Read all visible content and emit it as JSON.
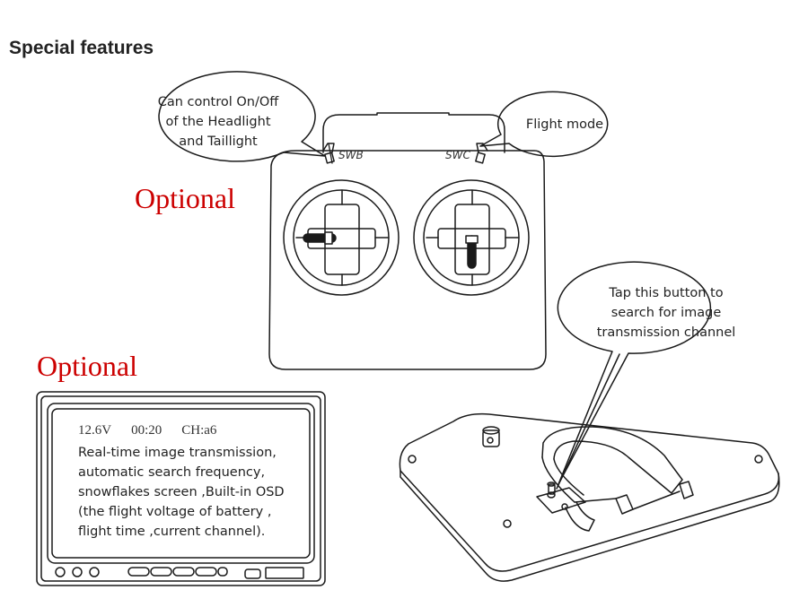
{
  "title": "Special features",
  "optional_label_1": "Optional",
  "optional_label_2": "Optional",
  "switches": {
    "swb": "SWB",
    "swc": "SWC"
  },
  "callouts": {
    "headlight": [
      "Can control On/Off",
      "of the Headlight",
      "and Taillight"
    ],
    "flight_mode": [
      "Flight mode"
    ],
    "search_button": [
      "Tap this button to",
      "search for image",
      "transmission channel"
    ]
  },
  "osd": {
    "voltage": "12.6V",
    "time": "00:20",
    "channel": "CH:a6"
  },
  "screen_description": [
    "Real-time image transmission,",
    "automatic search frequency,",
    "snowflakes screen ,Built-in OSD",
    "(the flight voltage of battery ,",
    "flight time ,current channel)."
  ]
}
